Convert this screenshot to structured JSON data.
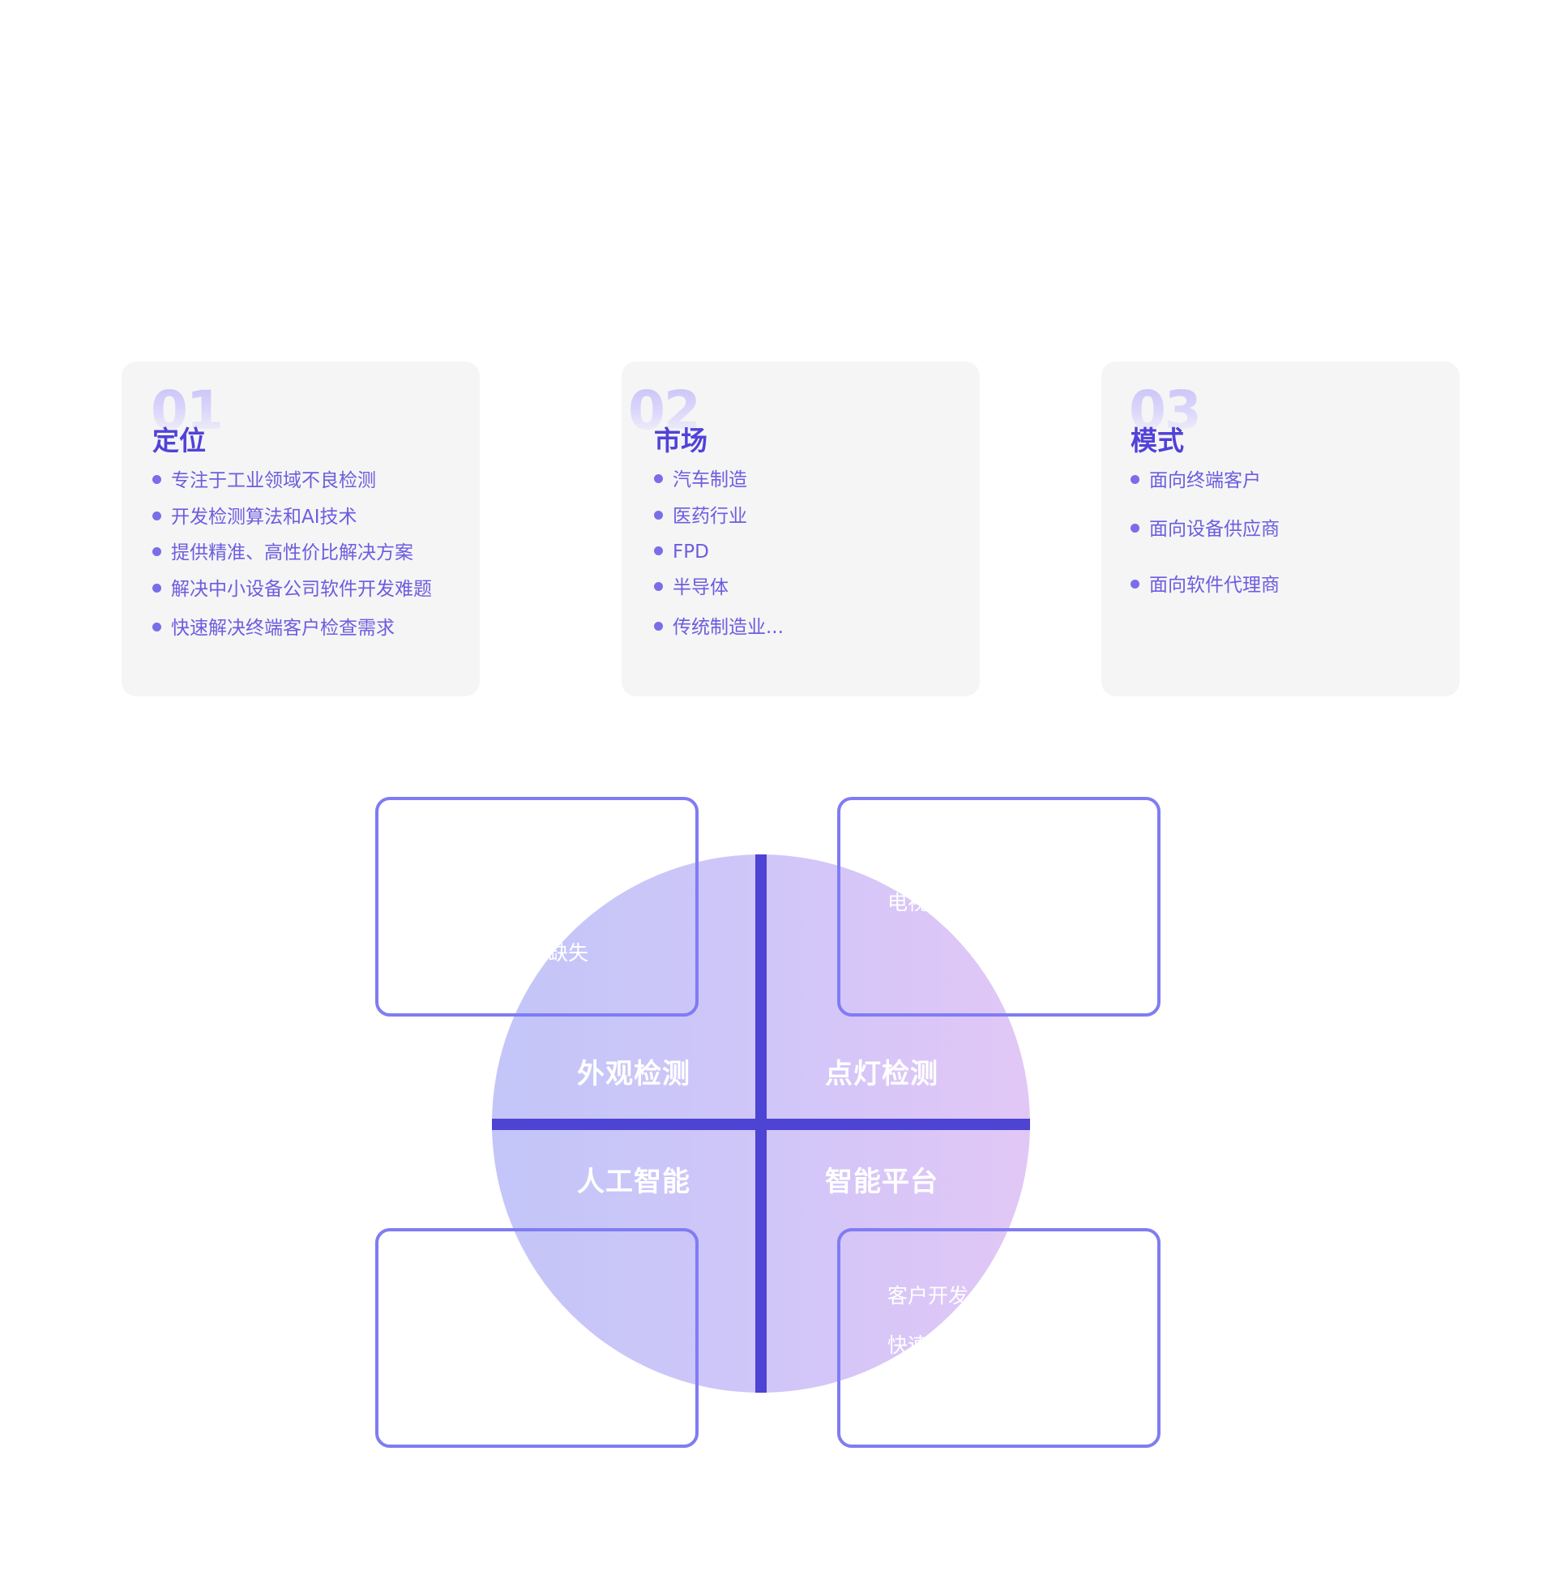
{
  "cards": [
    {
      "num": "01",
      "title": "定位",
      "items": [
        "专注于工业领域不良检测",
        "开发检测算法和AI技术",
        "提供精准、高性价比解决方案",
        "解决中小设备公司软件开发难题",
        "快速解决终端客户检查需求"
      ]
    },
    {
      "num": "02",
      "title": "市场",
      "items": [
        "汽车制造",
        "医药行业",
        "FPD",
        "半导体",
        "传统制造业..."
      ]
    },
    {
      "num": "03",
      "title": "模式",
      "items": [
        "面向终端客户",
        "面向设备供应商",
        "面向软件代理商"
      ]
    }
  ],
  "quadrants": {
    "top_left": "外观检测",
    "top_right": "点灯检测",
    "bottom_left": "人工智能",
    "bottom_right": "智能平台"
  },
  "frames": {
    "top_left_text": "缺失",
    "top_right_text": "电视",
    "bottom_right_text_1": "客户开发",
    "bottom_right_text_2": "快速"
  },
  "colors": {
    "accent": "#5142d8",
    "item_text": "#6c5de0",
    "card_bg": "#f5f5f5",
    "cross": "#4d44d3",
    "frame_border": "#7f7cf3",
    "circle_left": "#c3c5f8",
    "circle_right": "#e1c7f6"
  }
}
